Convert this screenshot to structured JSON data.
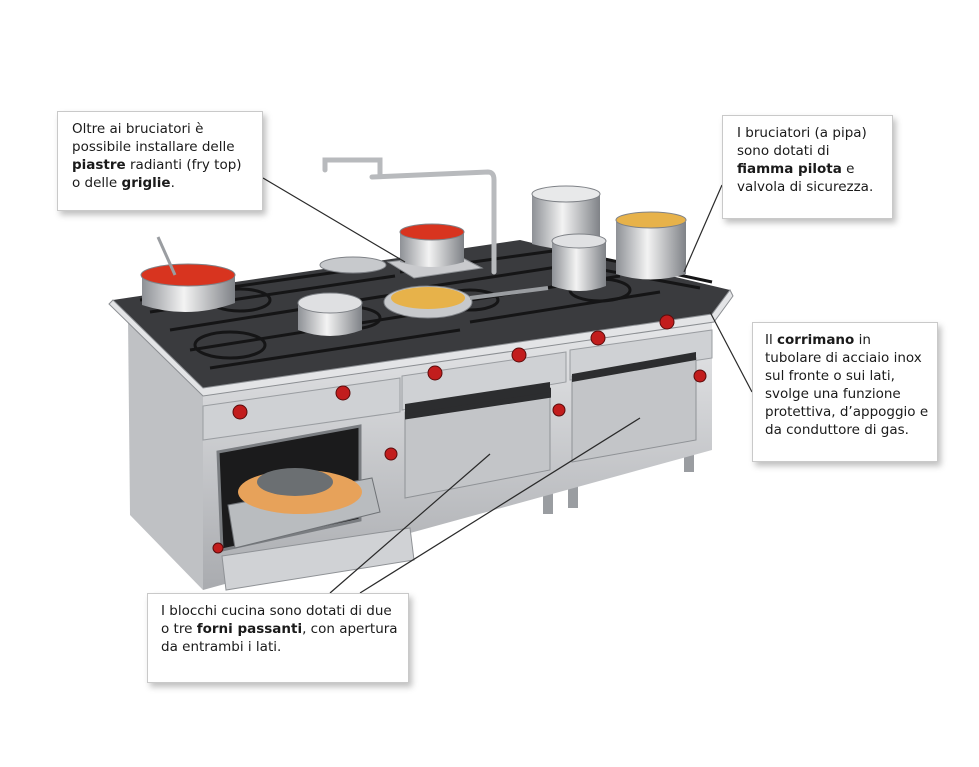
{
  "callouts": {
    "fry_top": {
      "pre": "Oltre ai bruciatori è possibile installare delle ",
      "bold1": "piastre",
      "mid": " radianti (fry top) o delle ",
      "bold2": "griglie",
      "post": "."
    },
    "burners": {
      "pre": "I bruciatori (a pipa) sono dotati di ",
      "bold1": "fiamma pilota",
      "post": " e valvola di sicurezza."
    },
    "handrail": {
      "pre": "Il ",
      "bold1": "corrimano",
      "post": " in tubolare di acciaio inox sul fronte o sui lati, svolge una funzione protettiva, d’appoggio e da conduttore di gas."
    },
    "ovens": {
      "pre": "I blocchi cucina sono dotati di due o tre ",
      "bold1": "forni passanti",
      "post": ", con apertura da entrambi i lati."
    }
  },
  "colors": {
    "steel_light": "#d9dadc",
    "steel_mid": "#b3b5b8",
    "steel_dark": "#6f7276",
    "burner_black": "#2a2a2c",
    "knob_red": "#c21d1d",
    "sauce_red": "#d8341f",
    "pasta_yellow": "#e7b24a",
    "callout_border": "#c9c9c9"
  }
}
